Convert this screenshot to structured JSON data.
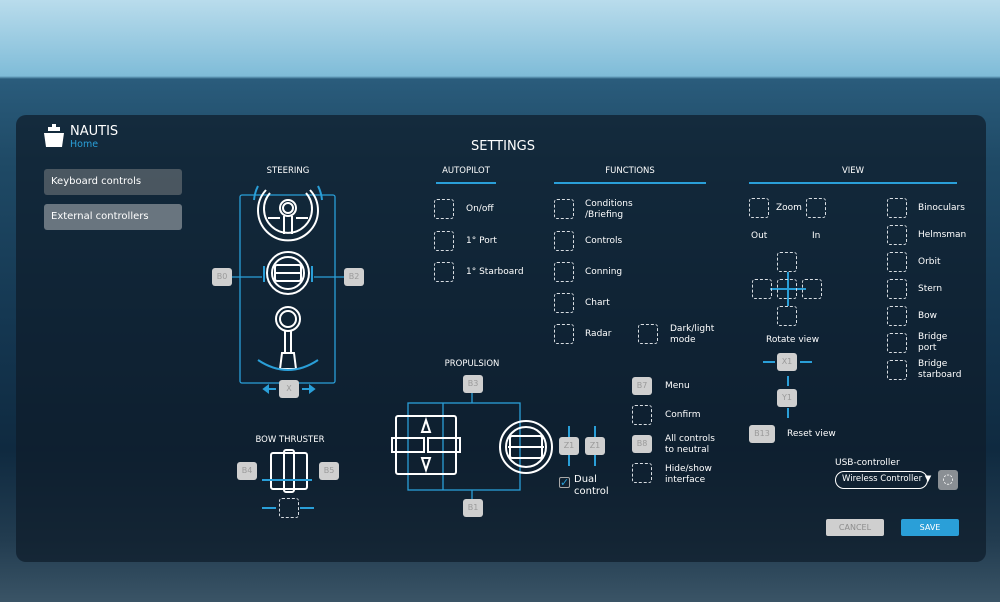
{
  "brand": {
    "name": "NAUTIS",
    "subtitle": "Home"
  },
  "sidebar": {
    "items": [
      {
        "label": "Keyboard controls"
      },
      {
        "label": "External controllers"
      }
    ]
  },
  "title": "SETTINGS",
  "steering": {
    "label": "STEERING",
    "keys": {
      "left": "B0",
      "right": "B2",
      "lever": "X"
    }
  },
  "bow_thruster": {
    "label": "BOW THRUSTER",
    "keys": {
      "left": "B4",
      "right": "B5"
    }
  },
  "propulsion": {
    "label": "PROPULSION",
    "keys": {
      "top": "B3",
      "bottom": "B1",
      "z1a": "Z1",
      "z1b": "Z1"
    },
    "dual_control": {
      "label_1": "Dual",
      "label_2": "control",
      "checked": true
    }
  },
  "autopilot": {
    "header": "AUTOPILOT",
    "items": [
      "On/off",
      "1° Port",
      "1° Starboard"
    ]
  },
  "functions": {
    "header": "FUNCTIONS",
    "items": [
      "Conditions",
      "/Briefing",
      "Controls",
      "Conning",
      "Chart",
      "Radar"
    ],
    "dark_light": [
      "Dark/light",
      "mode"
    ],
    "menu": {
      "key": "B7",
      "label": "Menu"
    },
    "confirm": "Confirm",
    "neutral": {
      "key": "B8",
      "label_1": "All controls",
      "label_2": "to neutral"
    },
    "hide": [
      "Hide/show",
      "interface"
    ]
  },
  "view": {
    "header": "VIEW",
    "zoom": "Zoom",
    "out": "Out",
    "in": "In",
    "rotate": "Rotate view",
    "keys": {
      "x": "X1",
      "y": "Y1",
      "reset": "B13"
    },
    "reset": "Reset view",
    "cameras": [
      "Binoculars",
      "Helmsman",
      "Orbit",
      "Stern",
      "Bow"
    ],
    "bridge_port": [
      "Bridge",
      "port"
    ],
    "bridge_starboard": [
      "Bridge",
      "starboard"
    ]
  },
  "usb": {
    "label": "USB-controller",
    "selected": "Wireless Controller"
  },
  "actions": {
    "cancel": "CANCEL",
    "save": "SAVE"
  },
  "colors": {
    "accent": "#2a9fd8",
    "key_bg": "#cfcfcf"
  }
}
